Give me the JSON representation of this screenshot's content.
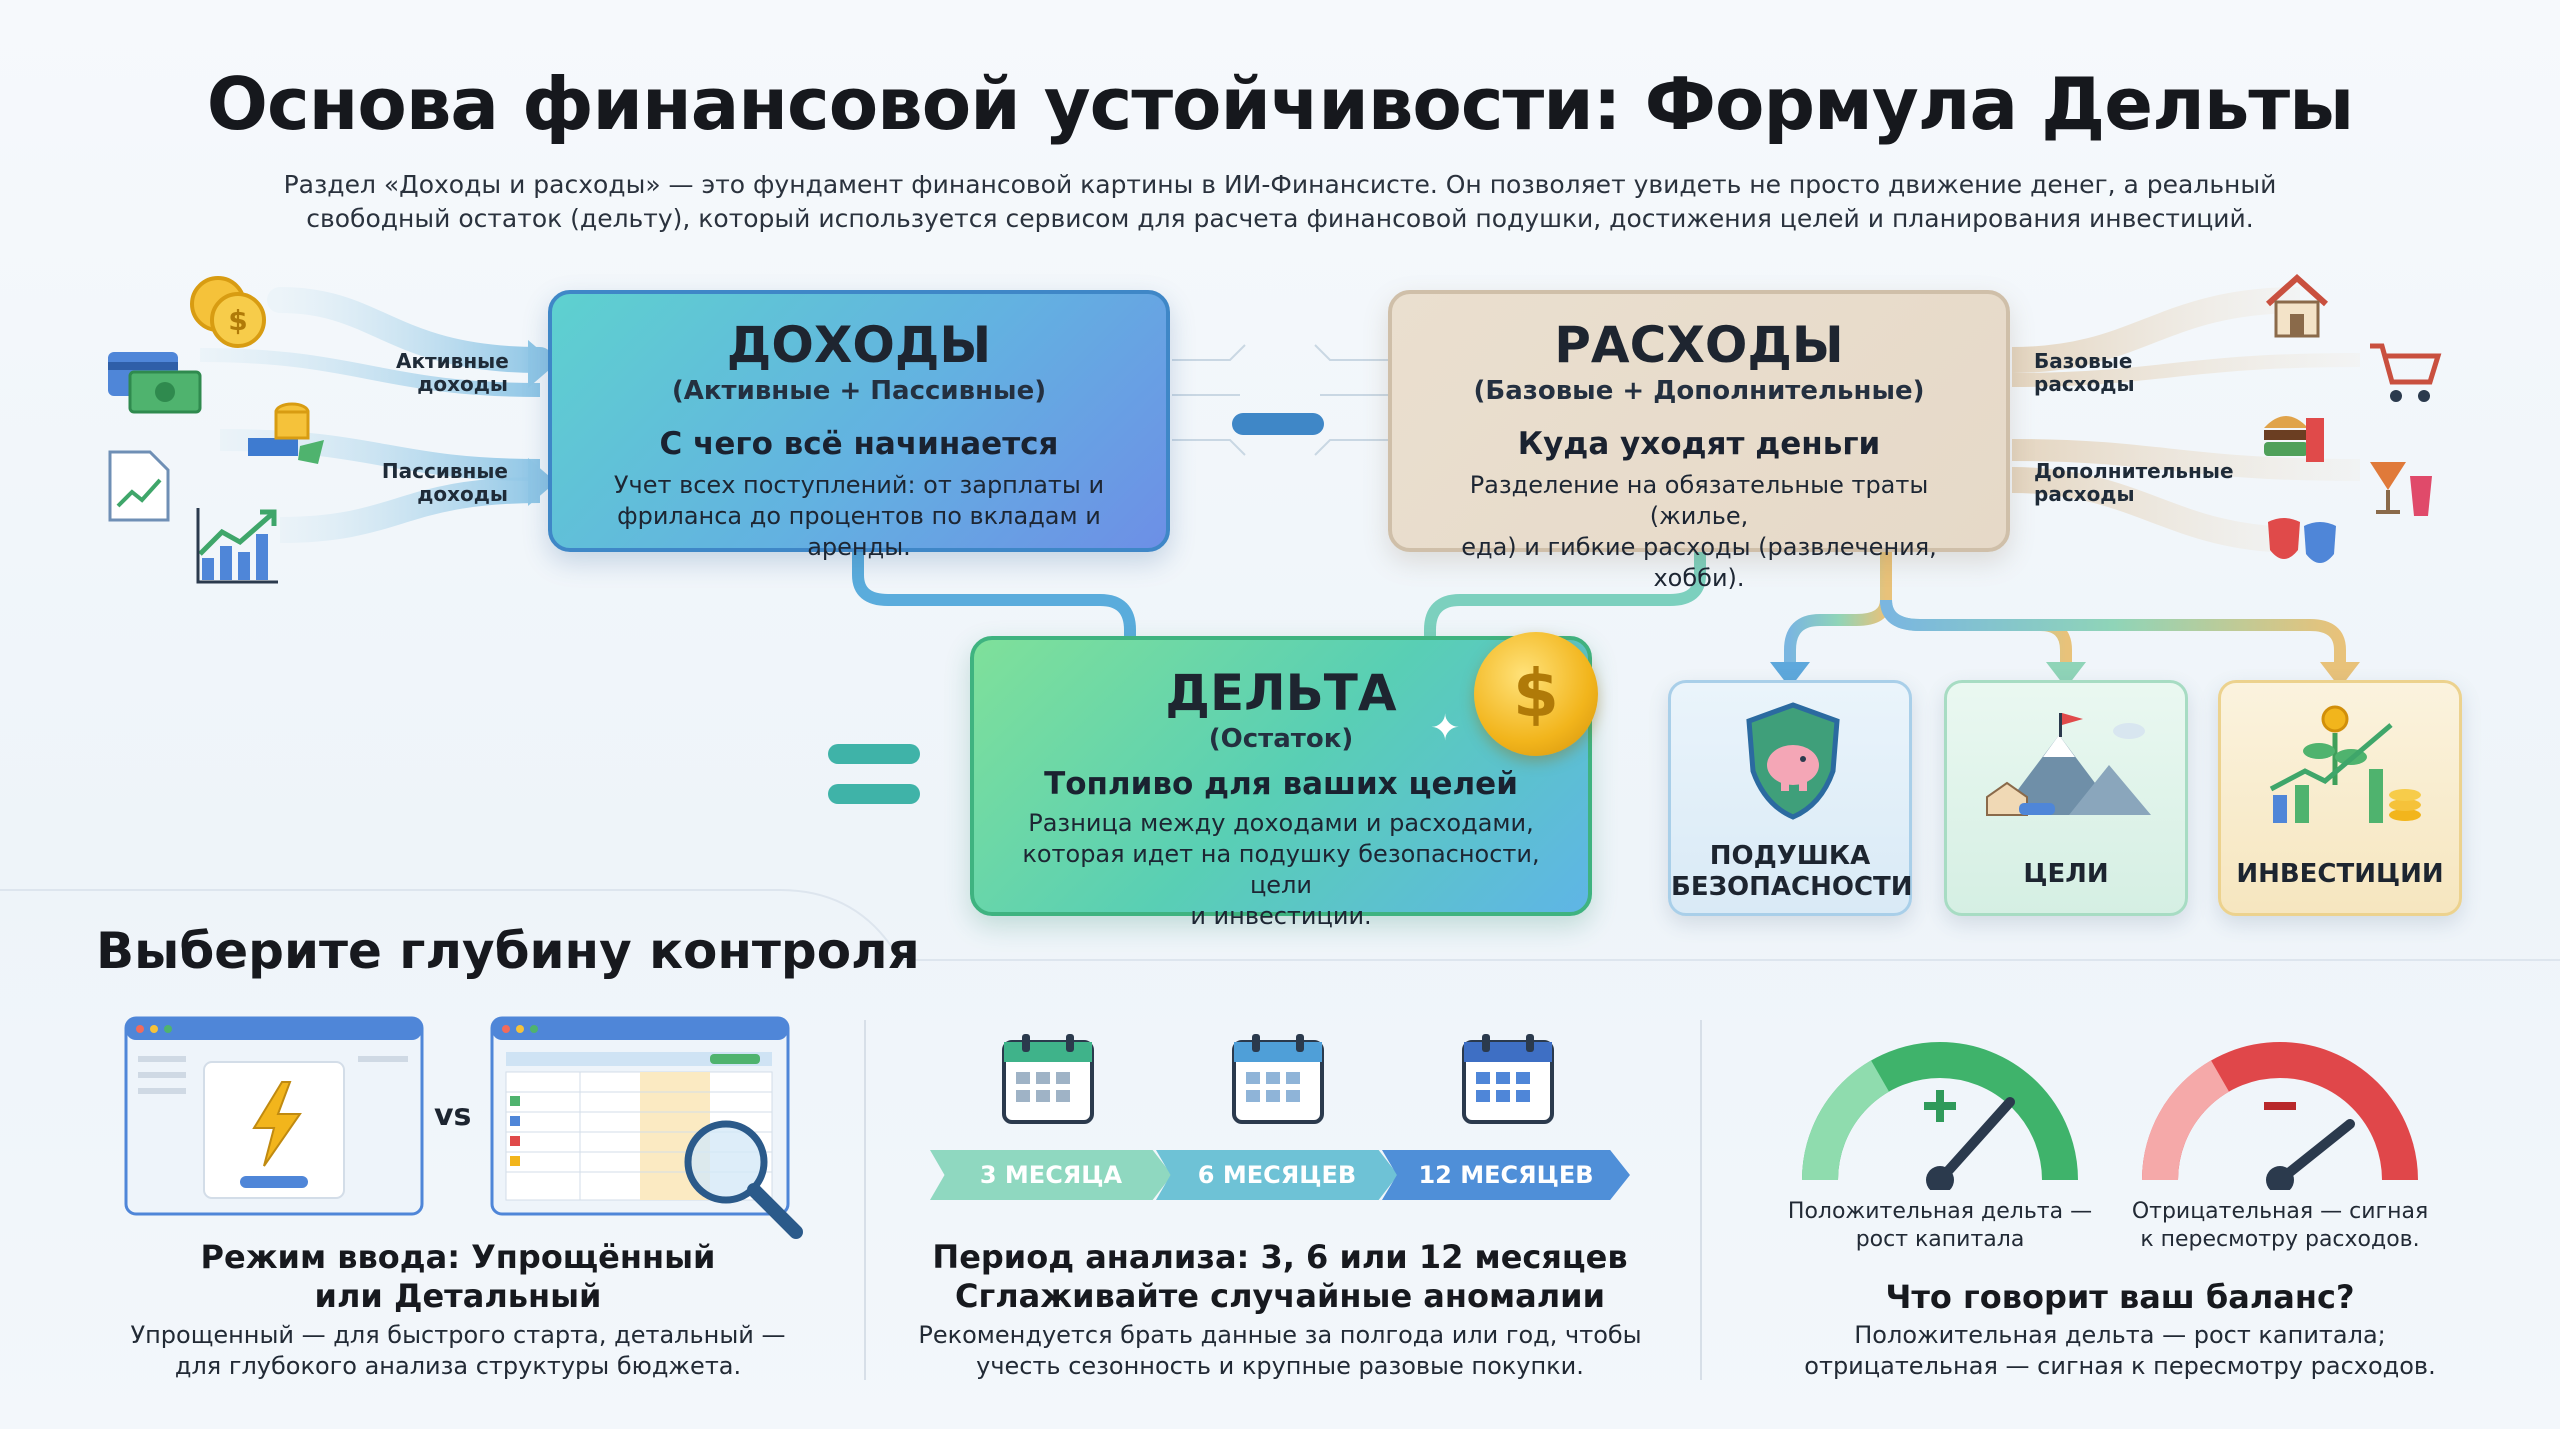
{
  "header": {
    "title": "Основа финансовой устойчивости: Формула Дельты",
    "subtitle_line1": "Раздел «Доходы и расходы» — это фундамент финансовой картины в ИИ-Финансисте. Он позволяет увидеть не просто движение денег, а реальный",
    "subtitle_line2": "свободный остаток (дельту), который используется сервисом для расчета финансовой подушки, достижения целей и планирования инвестиций."
  },
  "income": {
    "title": "ДОХОДЫ",
    "subtitle": "(Активные + Пассивные)",
    "heading": "С чего всё начинается",
    "text_line1": "Учет всех поступлений: от зарплаты и",
    "text_line2": "фриланса до процентов по вкладам и аренды.",
    "flow_active_1": "Активные",
    "flow_active_2": "доходы",
    "flow_passive_1": "Пассивные",
    "flow_passive_2": "доходы"
  },
  "expenses": {
    "title": "РАСХОДЫ",
    "subtitle": "(Базовые + Дополнительные)",
    "heading": "Куда уходят деньги",
    "text_line1": "Разделение на обязательные траты (жилье,",
    "text_line2": "еда) и гибкие расходы (развлечения, хобби).",
    "flow_base_1": "Базовые",
    "flow_base_2": "расходы",
    "flow_extra_1": "Дополнительные",
    "flow_extra_2": "расходы"
  },
  "delta": {
    "title": "ДЕЛЬТА",
    "subtitle": "(Остаток)",
    "heading": "Топливо для ваших целей",
    "text_line1": "Разница между доходами и расходами,",
    "text_line2": "которая идет на подушку безопасности, цели",
    "text_line3": "и инвестиции.",
    "coin_symbol": "$"
  },
  "outcomes": [
    {
      "label_line1": "ПОДУШКА",
      "label_line2": "БЕЗОПАСНОСТИ"
    },
    {
      "label_line1": "ЦЕЛИ",
      "label_line2": ""
    },
    {
      "label_line1": "ИНВЕСТИЦИИ",
      "label_line2": ""
    }
  ],
  "control": {
    "title": "Выберите глубину контроля",
    "vs": "vs",
    "mode": {
      "title_line1": "Режим ввода: Упрощённый",
      "title_line2": "или Детальный",
      "text_line1": "Упрощенный — для быстрого старта, детальный —",
      "text_line2": "для глубокого анализа структуры бюджета."
    },
    "period": {
      "steps": [
        "3 МЕСЯЦА",
        "6 МЕСЯЦЕВ",
        "12 МЕСЯЦЕВ"
      ],
      "title_line1": "Период анализа: 3, 6 или 12 месяцев",
      "title_line2": "Сглаживайте случайные аномалии",
      "text_line1": "Рекомендуется брать данные за полгода или год, чтобы",
      "text_line2": "учесть сезонность и крупные разовые покупки."
    },
    "balance": {
      "pos_line1": "Положительная дельта —",
      "pos_line2": "рост капитала",
      "neg_line1": "Отрицательная — сигная",
      "neg_line2": "к пересмотру расходов.",
      "title": "Что говорит ваш баланс?",
      "text_line1": "Положительная дельта — рост капитала;",
      "text_line2": "отрицательная — сигная к пересмотру расходов."
    }
  },
  "colors": {
    "income_accent": "#3f87c7",
    "delta_accent": "#3fb380",
    "expense_accent": "#cfbfa9",
    "positive": "#2fb36b",
    "negative": "#e0474a",
    "coin": "#f2b51c"
  }
}
